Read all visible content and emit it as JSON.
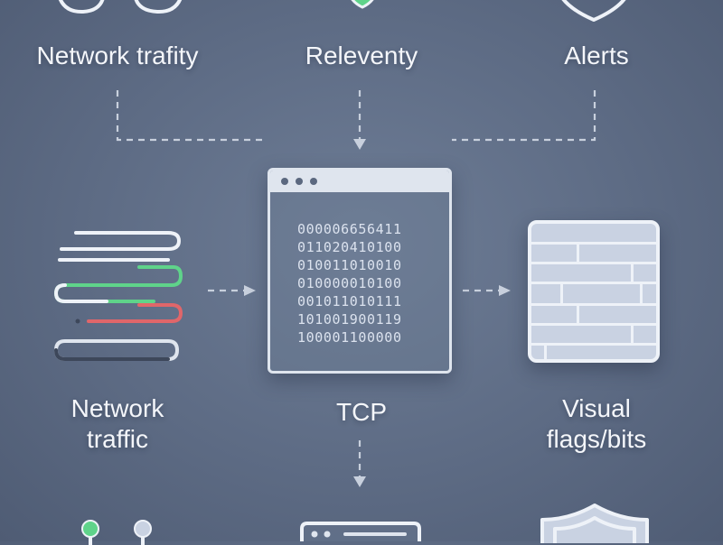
{
  "labels": {
    "top_left": "Network trafity",
    "top_center": "Releventy",
    "top_right": "Alerts",
    "mid_left_line1": "Network",
    "mid_left_line2": "traffic",
    "mid_center": "TCP",
    "mid_right_line1": "Visual",
    "mid_right_line2": "flags/bits"
  },
  "tcp_window": {
    "bit_rows": [
      "000006656411",
      "011020410100",
      "010011010010",
      "010000010100",
      "001011010111",
      "101001900119",
      "100001100000"
    ]
  },
  "colors": {
    "background": "#5d6b84",
    "stroke": "#eef2f8",
    "dashed_connector": "#c8d0dd",
    "traffic_green": "#5fd38a",
    "traffic_red": "#e0666a",
    "firewall_fill": "#c9d2e2"
  },
  "icons": {
    "top_left": "binoculars-icon",
    "top_center": "shield-check-icon",
    "top_right": "shield-icon",
    "mid_left": "traffic-lines-icon",
    "mid_center": "terminal-window-icon",
    "mid_right": "firewall-icon",
    "bottom_left": "network-nodes-icon",
    "bottom_center": "window-icon",
    "bottom_right": "shield-icon"
  }
}
